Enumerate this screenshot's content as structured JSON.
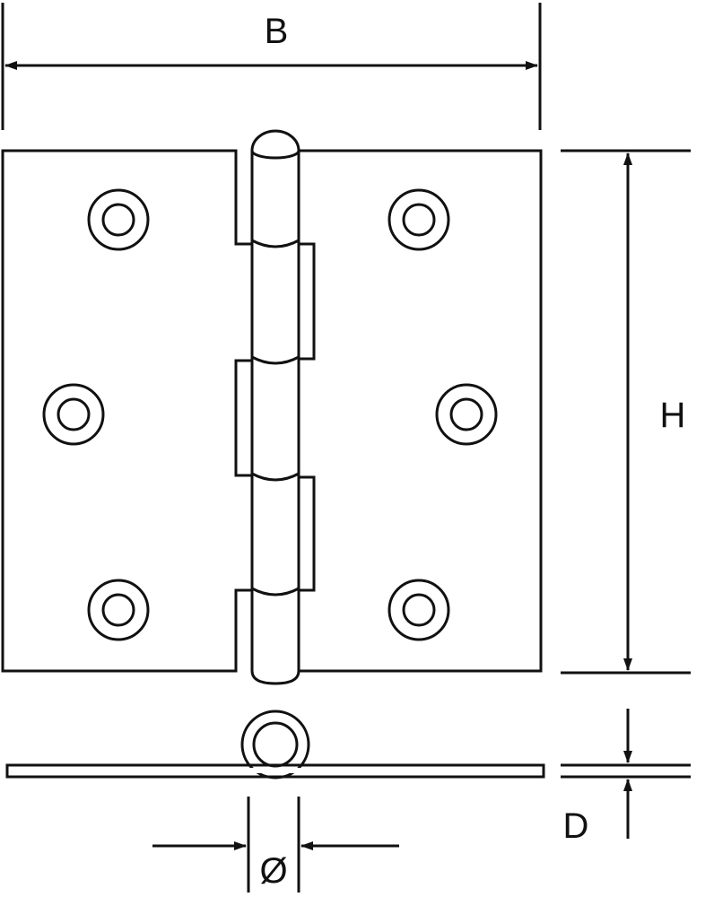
{
  "labels": {
    "width": "B",
    "height": "H",
    "thickness": "D",
    "diameter": "Ø"
  },
  "colors": {
    "line": "#111111",
    "background": "#ffffff"
  }
}
